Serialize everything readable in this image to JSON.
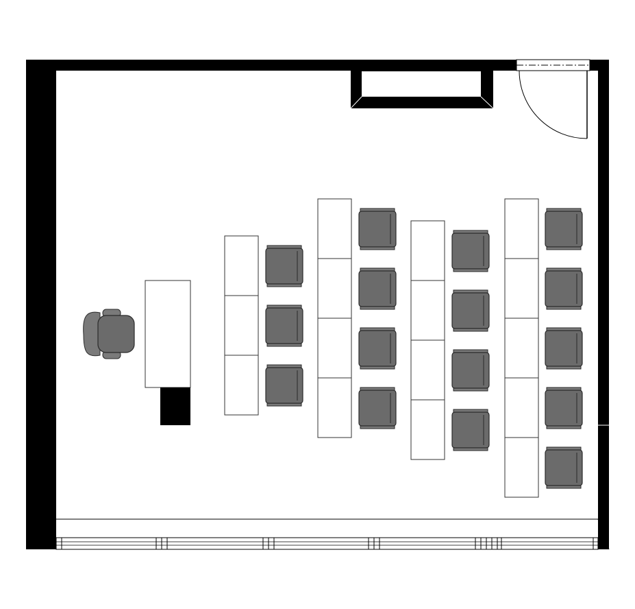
{
  "floor_plan": {
    "type": "classroom-floor-plan",
    "colors": {
      "wall": "#000000",
      "floor": "#ffffff",
      "chair": "#6b6b6b",
      "chair_outline": "#2a2a2a",
      "desk_outline": "#333333"
    },
    "teacher": {
      "desks": 1,
      "chairs": 1,
      "equipment_cabinet": 1
    },
    "student_rows": [
      {
        "desks": 3,
        "chairs": 3
      },
      {
        "desks": 4,
        "chairs": 4
      },
      {
        "desks": 4,
        "chairs": 4
      },
      {
        "desks": 5,
        "chairs": 5
      }
    ],
    "doors": 1,
    "window_wall": "bottom",
    "built_in_cabinet": "top-right"
  }
}
